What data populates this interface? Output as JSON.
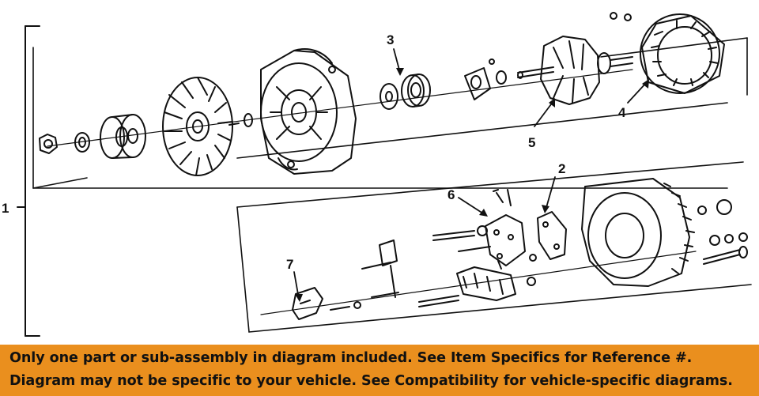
{
  "callouts": {
    "c1": "1",
    "c2": "2",
    "c3": "3",
    "c4": "4",
    "c5": "5",
    "c6": "6",
    "c7": "7"
  },
  "notice": {
    "line1": "Only one part or sub-assembly in diagram included. See Item Specifics for Reference #.",
    "line2": "Diagram may not be specific to your vehicle. See Compatibility for vehicle-specific diagrams."
  },
  "colors": {
    "notice_background": "#ea8f1e",
    "line_art": "#111111",
    "background": "#ffffff"
  }
}
